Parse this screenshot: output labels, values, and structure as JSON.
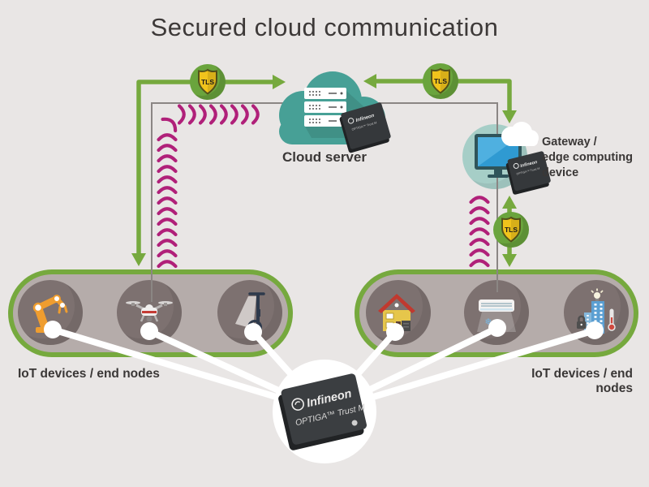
{
  "title": "Secured cloud communication",
  "colors": {
    "background": "#e9e6e5",
    "accent_green": "#76a93e",
    "signal_magenta": "#b02079",
    "wired_gray": "#8b8684",
    "cloud_teal": "#47a096",
    "gateway_teal": "#a6cec7",
    "container_fill": "#b5acaa",
    "device_circle": "#7d7170",
    "tls_badge_green": "#6aa43d",
    "tls_shield_gold": "#f0c31c",
    "chip_dark": "#3b3e41",
    "text_dark": "#3a3736"
  },
  "cloud_server": {
    "label": "Cloud server"
  },
  "gateway": {
    "label_line1": "Gateway /",
    "label_line2": "edge computing",
    "label_line3": "device"
  },
  "tls": {
    "label": "TLS"
  },
  "security_chip": {
    "brand": "Infineon",
    "product": "OPTIGA™ Trust M"
  },
  "left_group": {
    "caption": "IoT devices / end nodes",
    "devices": [
      "robot-arm",
      "drone",
      "e-scooter"
    ]
  },
  "right_group": {
    "caption": "IoT devices / end nodes",
    "devices": [
      "smart-home",
      "air-conditioner",
      "smart-building"
    ]
  }
}
